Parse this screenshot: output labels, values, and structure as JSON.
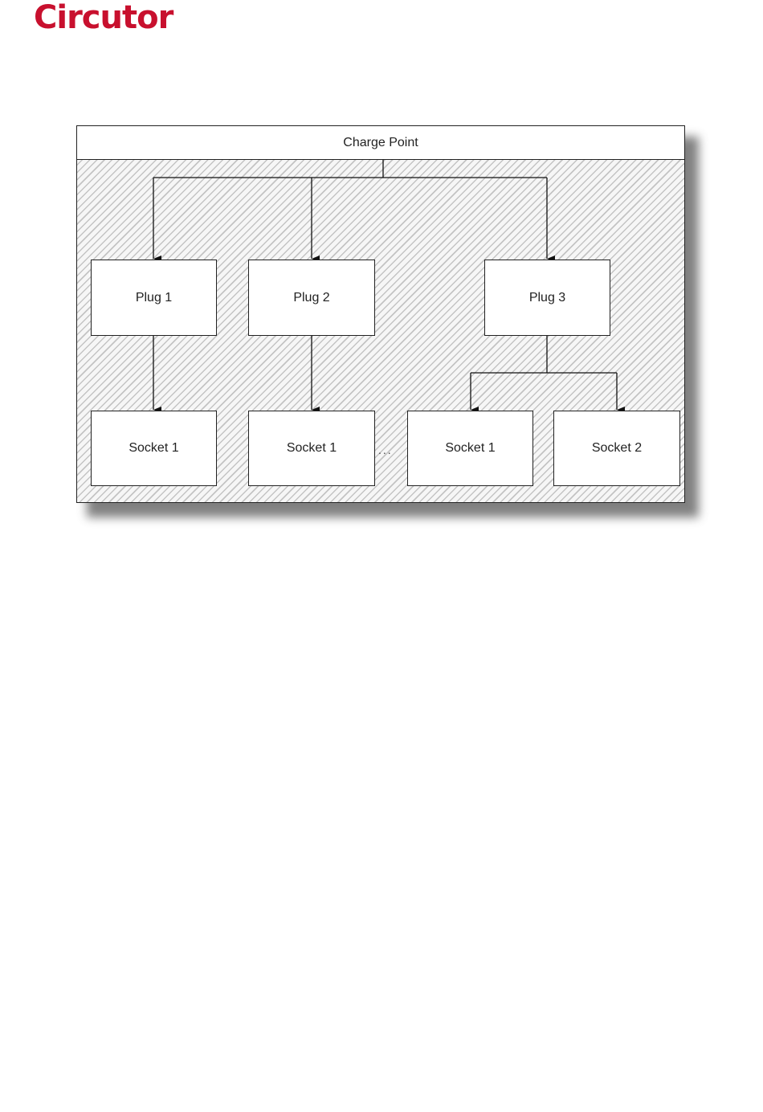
{
  "brand": {
    "logo_text": "Circutor",
    "color": "#c8102e"
  },
  "diagram": {
    "container_label": "Charge Point",
    "plugs": [
      {
        "label": "Plug 1"
      },
      {
        "label": "Plug 2"
      },
      {
        "label": "Plug 3"
      }
    ],
    "sockets": [
      {
        "label": "Socket 1",
        "parent": "Plug 1"
      },
      {
        "label": "Socket 1",
        "parent": "Plug 2"
      },
      {
        "label": "Socket 1",
        "parent": "Plug 3"
      },
      {
        "label": "Socket 2",
        "parent": "Plug 3"
      }
    ],
    "ellipsis": "..."
  }
}
